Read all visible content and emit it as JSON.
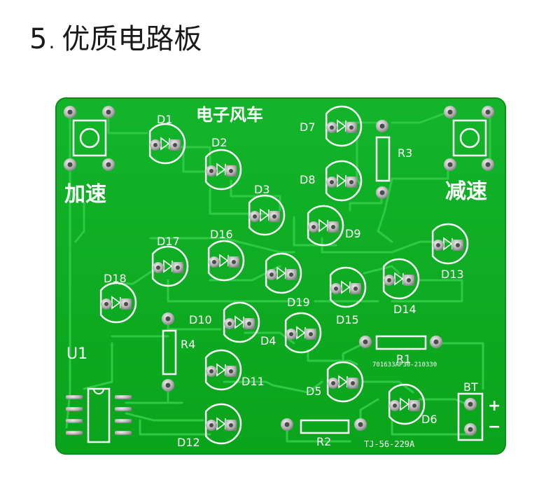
{
  "heading": {
    "number": "5",
    "dot": ".",
    "title": "优质电路板"
  },
  "board": {
    "color": "#0cae1f",
    "silk_color": "#ffffff",
    "pad_color": "#c8c8c8",
    "title": "电子风车",
    "label_add": "加速",
    "label_sub": "减速",
    "ic_label": "U1",
    "battery_label": "BT",
    "plus": "+",
    "minus": "−",
    "pcb_code": "TJ-56-229A",
    "date_code": "701633AP30-210330",
    "leds": {
      "d1": "D1",
      "d2": "D2",
      "d3": "D3",
      "d4": "D4",
      "d5": "D5",
      "d6": "D6",
      "d7": "D7",
      "d8": "D8",
      "d9": "D9",
      "d10": "D10",
      "d11": "D11",
      "d12": "D12",
      "d13": "D13",
      "d14": "D14",
      "d15": "D15",
      "d16": "D16",
      "d17": "D17",
      "d18": "D18",
      "d19": "D19"
    },
    "resistors": {
      "r1": "R1",
      "r2": "R2",
      "r3": "R3",
      "r4": "R4"
    }
  }
}
